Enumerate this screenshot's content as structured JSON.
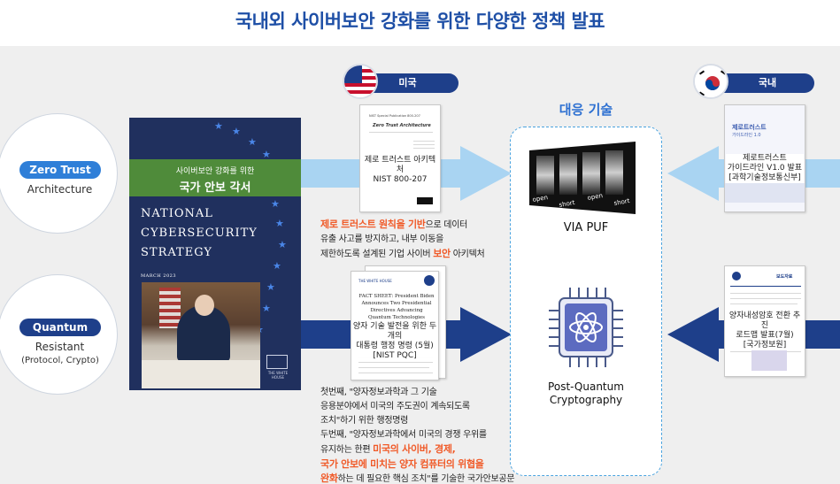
{
  "title": "국내외 사이버보안 강화를 위한 다양한 정책 발표",
  "left": {
    "zero_trust": {
      "pill": "Zero Trust",
      "sub": "Architecture"
    },
    "quantum": {
      "pill": "Quantum",
      "sub1": "Resistant",
      "sub2": "(Protocol, Crypto)"
    }
  },
  "book": {
    "ko_small": "사이버보안 강화를 위한",
    "ko_big": "국가 안보 각서",
    "en_title_1": "NATIONAL",
    "en_title_2": "CYBERSECURITY",
    "en_title_3": "STRATEGY",
    "date": "MARCH 2023",
    "footer": "THE WHITE HOUSE"
  },
  "usa": {
    "header": "미국",
    "doc1": {
      "label_1": "제로 트러스트 아키텍처",
      "label_2": "NIST 800-207",
      "head": "NIST Special Publication 800-207",
      "title": "Zero Trust Architecture"
    },
    "text1": {
      "hl": "제로 트러스트 원칙을 기반",
      "t1": "으로 데이터",
      "t2": "유출 사고를 방지하고, 내부 이동을",
      "t3": "제한하도록 설계된 기업 사이버",
      "hl2": "보안",
      "t4": "아키텍처"
    },
    "doc2": {
      "label_1": "양자 기술 발전을 위한 두개의",
      "label_2": "대통령 행정 명령 (5월)",
      "label_3": "[NIST PQC]",
      "head": "THE WHITE HOUSE",
      "title": "FACT SHEET: President Biden Announces Two Presidential Directives Advancing Quantum Technologies"
    },
    "text2": {
      "l1": "첫번째, \"양자정보과학과 그 기술",
      "l2": "응용분야에서 미국의 주도권이 계속되도록",
      "l3": "조치\"하기 위한 행정명령",
      "l4": "두번째, \"양자정보과학에서 미국의 경쟁 우위를",
      "l5a": "유지하는 한편 ",
      "l5hl": "미국의 사이버, 경제,",
      "l6hl": "국가 안보에 미치는 양자 컴퓨터의 위협을",
      "l7hl": "완화",
      "l7": "하는 데 필요한 핵심 조치\"를 기술한 국가안보공문"
    }
  },
  "center": {
    "title": "대응 기술",
    "via": {
      "label": "VIA PUF",
      "tags": [
        "open",
        "short",
        "open",
        "short"
      ]
    },
    "pqc": {
      "label_1": "Post-Quantum",
      "label_2": "Cryptography"
    }
  },
  "korea": {
    "header": "국내",
    "doc1": {
      "label_1": "제로트러스트",
      "label_2": "가이드라인 V1.0 발표",
      "label_3": "[과학기술정보통신부]",
      "cover_1": "제로트러스트",
      "cover_2": "가이드라인 1.0"
    },
    "doc2": {
      "label_1": "양자내성암호 전환 추진",
      "label_2": "로드맵 발표(7월)",
      "label_3": "[국가정보원]",
      "head": "보도자료"
    }
  },
  "colors": {
    "title_blue": "#1e4fa6",
    "zero_trust_blue": "#2f7fd8",
    "quantum_navy": "#1e3f8a",
    "highlight_orange": "#f05a28",
    "light_arrow": "#a9d4f2",
    "dark_arrow": "#1e3f8a"
  }
}
